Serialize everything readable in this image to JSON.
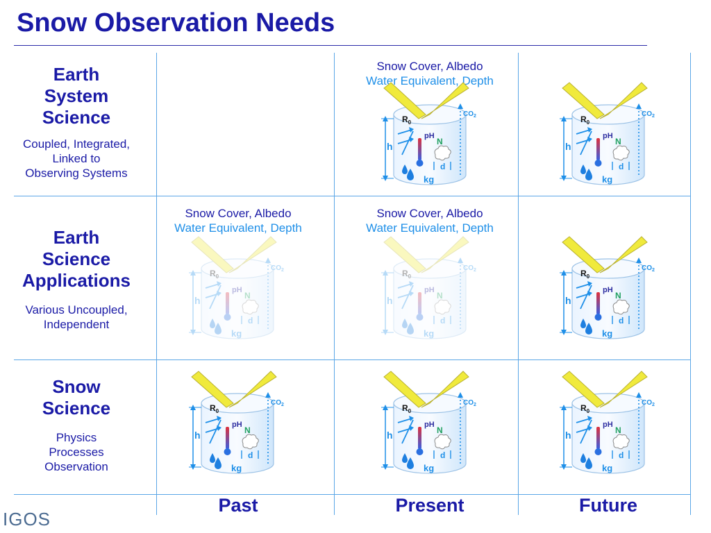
{
  "title": "Snow Observation Needs",
  "rows": [
    {
      "heading": "Earth\nSystem\nScience",
      "subtext": "Coupled, Integrated,\nLinked to\nObserving Systems"
    },
    {
      "heading": "Earth\nScience\nApplications",
      "subtext": "Various Uncoupled,\nIndependent"
    },
    {
      "heading": "Snow\nScience",
      "subtext": "Physics\nProcesses\nObservation"
    }
  ],
  "columns": [
    "Past",
    "Present",
    "Future"
  ],
  "cell_labels": {
    "line1": "Snow Cover, Albedo",
    "line2": "Water Equivalent, Depth"
  },
  "grid": {
    "earth_system_science": {
      "past": "empty",
      "present": "labeled",
      "future": "shown"
    },
    "earth_science_applications": {
      "past": "labeled-faded",
      "present": "labeled-faded",
      "future": "shown"
    },
    "snow_science": {
      "past": "shown",
      "present": "shown",
      "future": "shown"
    }
  },
  "icon_labels": {
    "r0_main": "R",
    "r0_sub": "0",
    "co2_main": "CO",
    "co2_sub": "2",
    "h": "h",
    "ph": "pH",
    "n": "N",
    "d": "d",
    "kg": "kg"
  },
  "logo": "IGOS",
  "colors": {
    "title": "#1a1aa6",
    "accent": "#1e8fe8",
    "grid": "#5aa6e6",
    "sun": "#f0ea3c"
  }
}
